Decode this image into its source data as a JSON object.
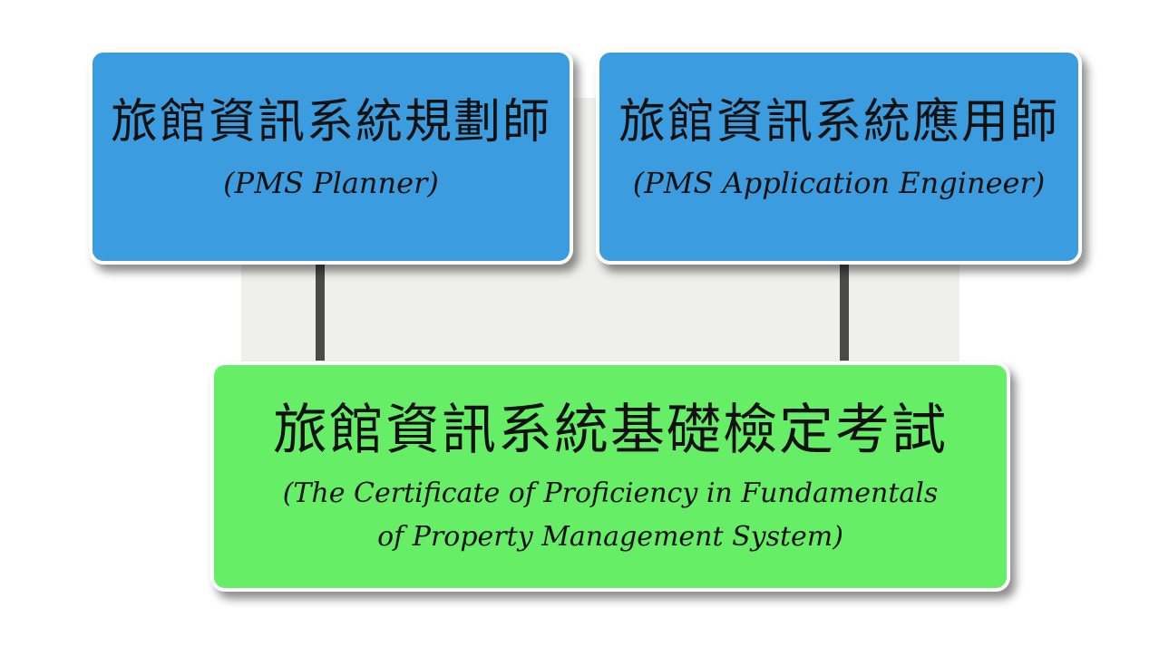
{
  "diagram": {
    "top_left": {
      "title_zh": "旅館資訊系統規劃師",
      "subtitle_en": "(PMS Planner)",
      "color": "#3b9de0"
    },
    "top_right": {
      "title_zh": "旅館資訊系統應用師",
      "subtitle_en": "(PMS Application Engineer)",
      "color": "#3b9de0"
    },
    "bottom": {
      "title_zh": "旅館資訊系統基礎檢定考試",
      "subtitle_en_line1": "(The Certificate of Proficiency in Fundamentals",
      "subtitle_en_line2": "of Property Management System)",
      "color": "#66ee66"
    },
    "connector_color": "#4a4a4a"
  }
}
